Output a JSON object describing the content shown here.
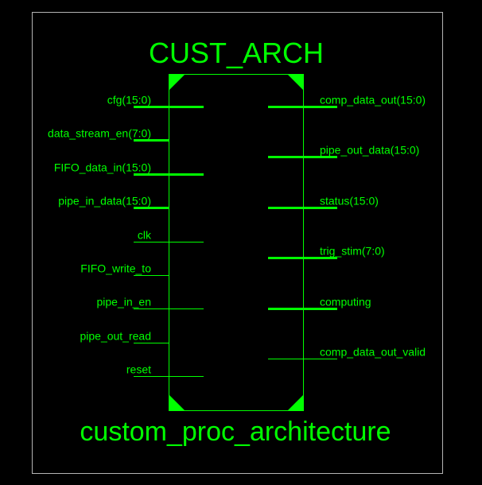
{
  "symbol": {
    "title": "CUST_ARCH",
    "instance_name": "custom_proc_architecture"
  },
  "colors": {
    "background": "#000000",
    "sheet_border": "#b4b4b4",
    "symbol": "#00ff00",
    "text": "#00ff00"
  },
  "input_pins": [
    {
      "label": "cfg(15:0)",
      "bus": true
    },
    {
      "label": "data_stream_en(7:0)",
      "bus": true
    },
    {
      "label": "FIFO_data_in(15:0)",
      "bus": true
    },
    {
      "label": "pipe_in_data(15:0)",
      "bus": true
    },
    {
      "label": "clk",
      "bus": false
    },
    {
      "label": "FIFO_write_to",
      "bus": false
    },
    {
      "label": "pipe_in_en",
      "bus": false
    },
    {
      "label": "pipe_out_read",
      "bus": false
    },
    {
      "label": "reset",
      "bus": false
    }
  ],
  "output_pins": [
    {
      "label": "comp_data_out(15:0)",
      "bus": true
    },
    {
      "label": "pipe_out_data(15:0)",
      "bus": true
    },
    {
      "label": "status(15:0)",
      "bus": true
    },
    {
      "label": "trig_stim(7:0)",
      "bus": true
    },
    {
      "label": "computing",
      "bus": true
    },
    {
      "label": "comp_data_out_valid",
      "bus": false
    }
  ]
}
